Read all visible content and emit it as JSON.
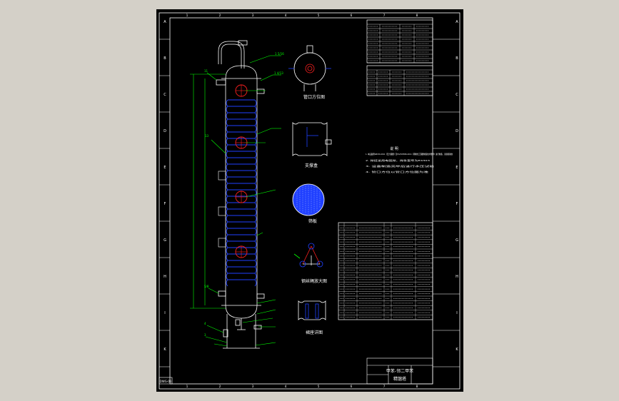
{
  "window": {
    "background": "#d4d0c8"
  },
  "sheet": {
    "background": "#000000",
    "line_color": "#ffffff",
    "accent": "#2040ff",
    "leader_color": "#00ff00",
    "warn_color": "#ff2020"
  },
  "border_rows": [
    "A",
    "B",
    "C",
    "D",
    "E",
    "F",
    "G",
    "H",
    "I",
    "K"
  ],
  "border_cols": [
    "1",
    "2",
    "3",
    "4",
    "5",
    "6",
    "7",
    "8"
  ],
  "views": {
    "nozzle_orientation": "管口方位图",
    "support_detail": "支撑盒",
    "plate": "筛板",
    "cable_detail": "钢丝绳放大图",
    "skirt_detail": "裙座详图"
  },
  "notes": {
    "title": "说 明",
    "lines": [
      "1. 本设备按GB150-2011《压力容器》及HG/T20584-2011《钢制化工容器制造技术要求》进行制造、试验和验收",
      "2. 焊接采用电弧焊，焊条型号为E4303",
      "3. 设备制造完毕后进行水压试验",
      "4. 管口方位以管口方位图为准"
    ]
  },
  "title_block": {
    "line1": "甲苯-邻二甲苯",
    "line2": "精馏塔"
  },
  "drawing_no": "DWG-01"
}
